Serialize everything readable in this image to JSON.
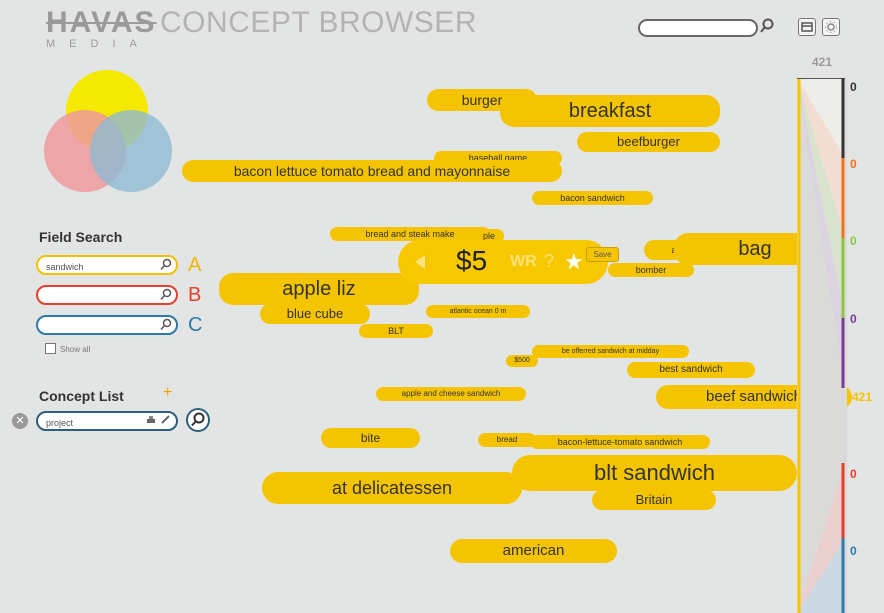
{
  "header": {
    "logo_main": "HAVAS",
    "logo_sub": "MEDIA",
    "title": "CONCEPT BROWSER",
    "search_value": "",
    "icons": [
      "search-icon",
      "layout-icon",
      "settings-icon"
    ]
  },
  "venn": {
    "colors": {
      "yellow": "#f5e900",
      "red": "#ee9a9e",
      "blue": "#8fbad3"
    }
  },
  "field_search": {
    "title": "Field Search",
    "fields": [
      {
        "value": "sandwich",
        "letter": "A",
        "color": "#f2b600"
      },
      {
        "value": "",
        "letter": "B",
        "color": "#e53f2f"
      },
      {
        "value": "",
        "letter": "C",
        "color": "#2d79a8"
      }
    ],
    "show_all_label": "Show all"
  },
  "concept_list": {
    "title": "Concept List",
    "add_symbol": "+",
    "input_value": "project"
  },
  "concepts": {
    "burger": "burger",
    "breakfast": "breakfast",
    "beefburger": "beefburger",
    "baseball_game": "baseball game",
    "bacon_lettuce": "bacon lettuce tomato bread and mayonnaise",
    "bacon_sandwich": "bacon sandwich",
    "bread_steak": "bread and steak make",
    "ple": "ple",
    "a": "a",
    "bag": "bag",
    "bomber": "bomber",
    "apple_liz": "apple liz",
    "blue_cube": "blue cube",
    "atlantic": "atlantic ocean 0 m",
    "blt": "BLT",
    "offerred": "be offerred sandwich at midday",
    "s500": "$500",
    "best_sandwich": "best sandwich",
    "apple_cheese": "apple and cheese sandwich",
    "beef_sandwich": "beef sandwich",
    "bite": "bite",
    "bread": "bread",
    "blt_sandwich_long": "bacon-lettuce-tomato sandwich",
    "blt_sandwich": "blt sandwich",
    "at_delicatessen": "at delicatessen",
    "britain": "Britain",
    "american": "american"
  },
  "popup": {
    "price": "$5",
    "wr": "WR",
    "question": "?",
    "save": "Save"
  },
  "axis": {
    "top_count": "421",
    "mid_count": "421",
    "labels": [
      "0",
      "0",
      "0",
      "0",
      "0",
      "0"
    ],
    "segment_colors": [
      "#333333",
      "#f07020",
      "#8cc63f",
      "#7a3d96",
      "#e53f2f",
      "#2d79a8"
    ]
  }
}
